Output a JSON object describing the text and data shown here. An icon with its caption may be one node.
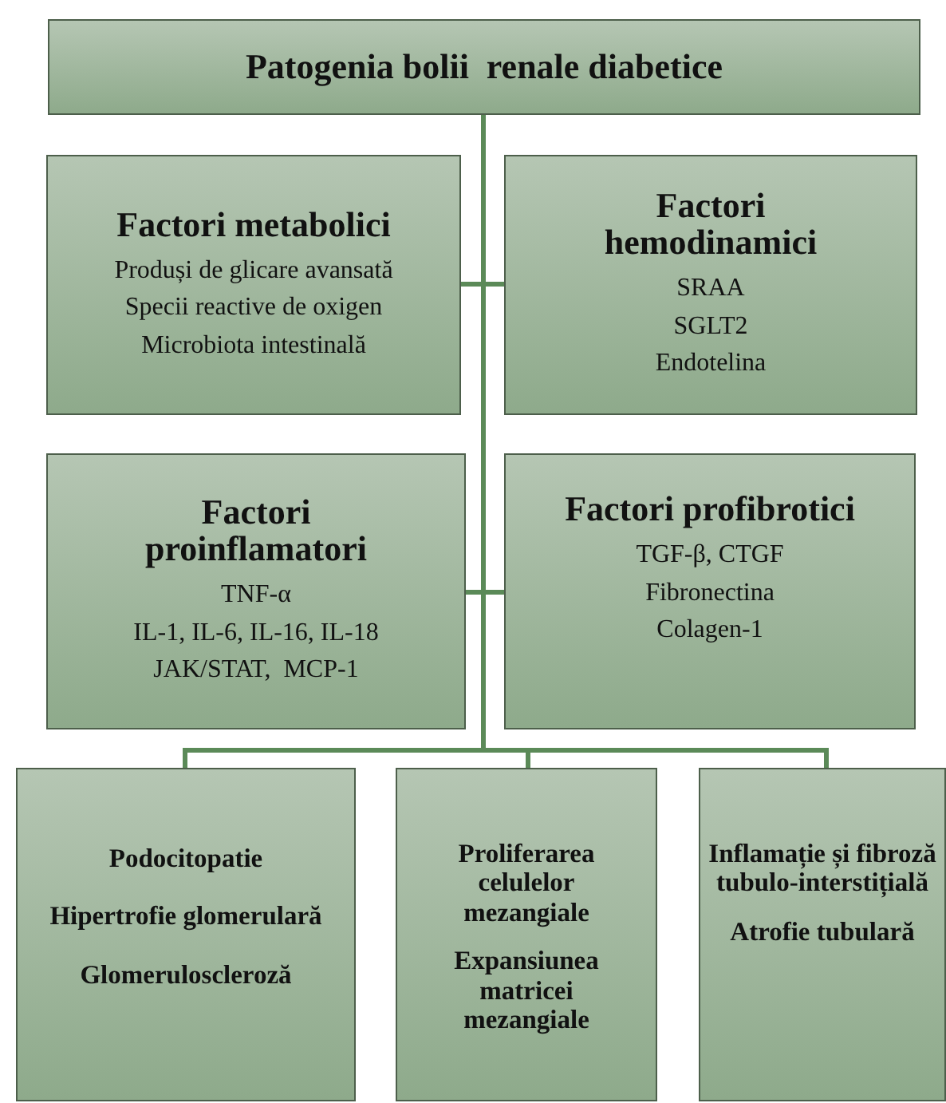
{
  "diagram": {
    "nodes": [
      {
        "text": [
          "Patogenia bolii  renale diabetice"
        ]
      },
      {
        "text": [
          "Factori metabolici",
          "Produși de glicare avansată",
          "Specii reactive de oxigen",
          "Microbiota intestinală"
        ]
      },
      {
        "text": [
          "Factori hemodinamici",
          "SRAA",
          "SGLT2",
          "Endotelina"
        ]
      },
      {
        "text": [
          "Factori proinflamatori",
          "TNF-α",
          "IL-1, IL-6, IL-16, IL-18",
          "JAK/STAT,  MCP-1"
        ]
      },
      {
        "text": [
          "Factori profibrotici",
          "TGF-β, CTGF",
          "Fibronectina",
          "Colagen-1"
        ]
      },
      {
        "text": [
          "Podocitopatie",
          "Hipertrofie glomerulară",
          "Glomeruloscleroză"
        ]
      },
      {
        "text": [
          "Proliferarea celulelor mezangiale",
          "Expansiunea matricei mezangiale"
        ]
      },
      {
        "text": [
          "Inflamație și fibroză tubulo-interstițială",
          "Atrofie tubulară"
        ]
      }
    ],
    "edges": [
      {
        "from": 0,
        "to": 1,
        "arrow": "none"
      },
      {
        "from": 0,
        "to": 2,
        "arrow": "none"
      },
      {
        "from": 0,
        "to": 3,
        "arrow": "none"
      },
      {
        "from": 0,
        "to": 4,
        "arrow": "none"
      },
      {
        "from": 0,
        "to": 5,
        "arrow": "none"
      },
      {
        "from": 0,
        "to": 6,
        "arrow": "none"
      },
      {
        "from": 0,
        "to": 7,
        "arrow": "none"
      }
    ]
  }
}
